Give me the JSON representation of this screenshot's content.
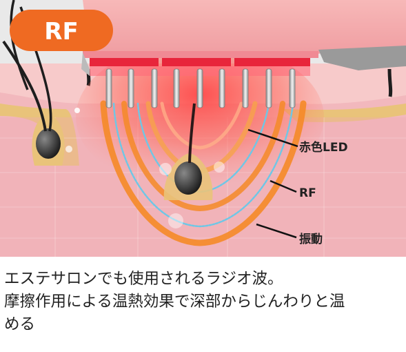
{
  "badge": {
    "label": "RF",
    "color": "#ef6a22"
  },
  "labels": {
    "led": "赤色LED",
    "rf": "RF",
    "vibration": "振動"
  },
  "caption": {
    "line1": "エステサロンでも使用されるラジオ波。",
    "line2": "摩擦作用による温熱効果で深部からじんわりと温",
    "line3": "める"
  },
  "colors": {
    "skin_deep": "#f2b9bd",
    "skin_surface": "#f6c9c9",
    "epidermis_band": "#e8c77d",
    "device": "#f3a6a8",
    "led_red": "#e8253b",
    "rf_blue": "#6ec7e6",
    "vibration_orange": "#f58a27"
  }
}
